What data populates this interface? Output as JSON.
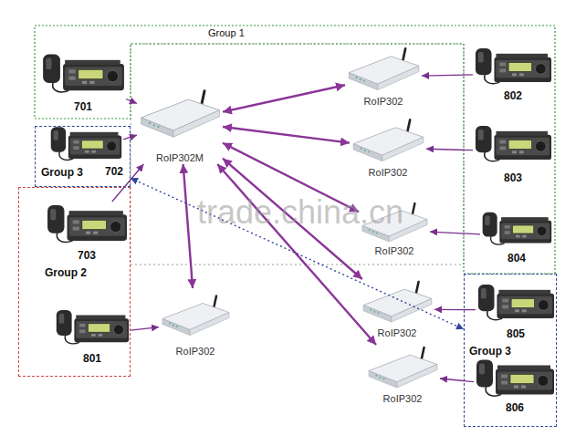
{
  "diagram": {
    "nodes": [
      {
        "text": [
          "Group 1"
        ]
      },
      {
        "text": [
          "701"
        ],
        "in": 0
      },
      {
        "text": [
          "RoIP302M"
        ],
        "in": 0
      },
      {
        "text": [
          "RoIP302"
        ],
        "in": 0
      },
      {
        "text": [
          "802"
        ],
        "in": 0
      },
      {
        "text": [
          "RoIP302"
        ],
        "in": 0
      },
      {
        "text": [
          "803"
        ],
        "in": 0
      },
      {
        "text": [
          "RoIP302"
        ],
        "in": 0
      },
      {
        "text": [
          "804"
        ],
        "in": 0
      },
      {
        "text": [
          "Group 3"
        ]
      },
      {
        "text": [
          "702"
        ],
        "in": 9
      },
      {
        "text": [
          "Group 2"
        ]
      },
      {
        "text": [
          "703"
        ],
        "in": 11
      },
      {
        "text": [
          "801"
        ],
        "in": 11
      },
      {
        "text": [
          "RoIP302"
        ]
      },
      {
        "text": [
          "RoIP302"
        ]
      },
      {
        "text": [
          "RoIP302"
        ]
      },
      {
        "text": [
          "Group 3"
        ]
      },
      {
        "text": [
          "805"
        ],
        "in": 17
      },
      {
        "text": [
          "806"
        ],
        "in": 17
      }
    ],
    "edges": [
      {
        "from": 1,
        "to": 2,
        "arrow": "to"
      },
      {
        "from": 10,
        "to": 2,
        "arrow": "to"
      },
      {
        "from": 12,
        "to": 2,
        "arrow": "to"
      },
      {
        "from": 4,
        "to": 3,
        "arrow": "to"
      },
      {
        "from": 6,
        "to": 5,
        "arrow": "to"
      },
      {
        "from": 8,
        "to": 7,
        "arrow": "to"
      },
      {
        "from": 13,
        "to": 14,
        "arrow": "to"
      },
      {
        "from": 18,
        "to": 15,
        "arrow": "to"
      },
      {
        "from": 19,
        "to": 16,
        "arrow": "to"
      },
      {
        "from": 2,
        "to": 3,
        "arrow": "both"
      },
      {
        "from": 2,
        "to": 5,
        "arrow": "both"
      },
      {
        "from": 2,
        "to": 7,
        "arrow": "both"
      },
      {
        "from": 2,
        "to": 14,
        "arrow": "both"
      },
      {
        "from": 2,
        "to": 15,
        "arrow": "both"
      },
      {
        "from": 2,
        "to": 16,
        "arrow": "both"
      },
      {
        "from": 9,
        "to": 17,
        "arrow": "both"
      }
    ],
    "labels": [
      "trade.china.cn"
    ]
  }
}
